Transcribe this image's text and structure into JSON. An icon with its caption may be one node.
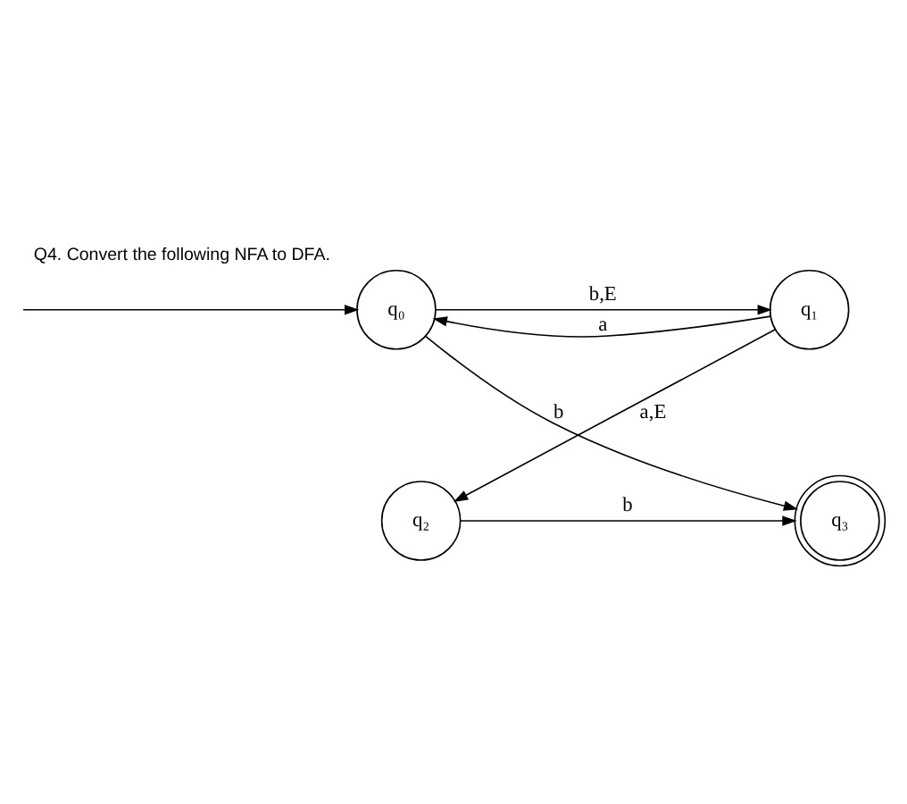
{
  "diagram": {
    "title": "Q4. Convert the following NFA to DFA.",
    "nodes": [
      {
        "text": [
          "q₀"
        ]
      },
      {
        "text": [
          "q₁"
        ]
      },
      {
        "text": [
          "q₂"
        ]
      },
      {
        "text": [
          "q₃"
        ]
      }
    ],
    "edges": [
      {
        "from": null,
        "to": 0,
        "arrow": "to"
      },
      {
        "from": 0,
        "to": 1,
        "label": "b,E",
        "arrow": "to"
      },
      {
        "from": 1,
        "to": 0,
        "label": "a",
        "arrow": "to"
      },
      {
        "from": 0,
        "to": 3,
        "label": "b",
        "arrow": "to"
      },
      {
        "from": 1,
        "to": 2,
        "label": "a,E",
        "arrow": "to"
      },
      {
        "from": 2,
        "to": 3,
        "label": "b",
        "arrow": "to"
      }
    ]
  }
}
